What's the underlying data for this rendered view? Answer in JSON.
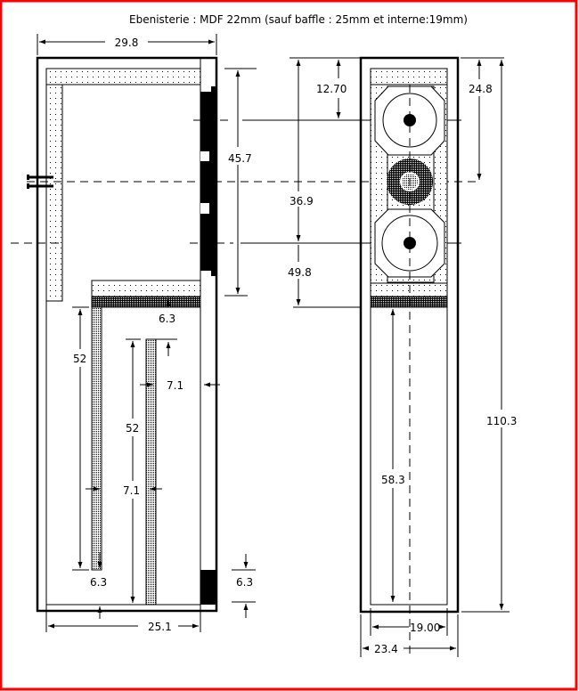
{
  "title": "Ebenisterie : MDF 22mm (sauf baffle : 25mm et interne:19mm)",
  "colors": {
    "frame": "#ff0000",
    "ink": "#000000"
  },
  "side_view": {
    "width_outer": "29.8",
    "width_inner": "25.1",
    "baffle_span": "45.7",
    "shelf_gap": "6.3",
    "panel1_length": "52",
    "panel1_gap": "6.3",
    "panel2_length": "52",
    "panel2_gap": "7.1",
    "panel_spacing": "7.1",
    "bottom_block": "6.3"
  },
  "front_view": {
    "top_to_woofer": "12.70",
    "top_to_tweeter": "24.8",
    "woofer_spacing": "36.9",
    "woofer_to_shelf": "49.8",
    "total_height": "110.3",
    "line_length": "58.3",
    "inner_width": "19.00",
    "outer_width": "23.4"
  }
}
